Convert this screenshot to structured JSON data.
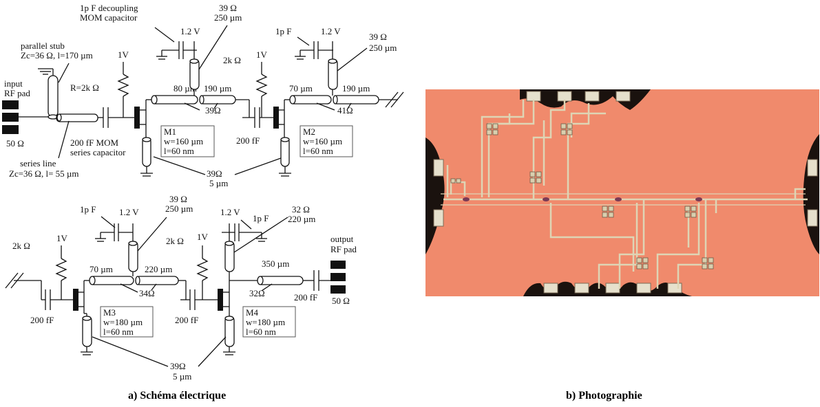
{
  "schematic": {
    "input": {
      "pad_label": "input\nRF pad",
      "impedance": "50 Ω"
    },
    "stub": {
      "title": "parallel stub",
      "spec": "Zc=36 Ω, l=170 µm"
    },
    "series_line": {
      "title": "series line",
      "spec": "Zc=36 Ω, l= 55 µm"
    },
    "series_cap": {
      "value": "200 fF MOM",
      "desc": "series capacitor"
    },
    "decoupling": {
      "title": "1p F decoupling",
      "desc": "MOM capacitor"
    },
    "stage1": {
      "bias_r": "R=2k Ω",
      "gate_v": "1V",
      "drain_v": "1.2 V",
      "drain_line": [
        "39 Ω",
        "250 µm"
      ],
      "tl_a": "80 µm",
      "tl_b": "190 µm",
      "tl_z": "39Ω",
      "transistor": [
        "M1",
        "w=160 µm",
        "l=60 nm"
      ]
    },
    "stage2": {
      "bias_r": "2k Ω",
      "gate_v": "1V",
      "cap_top": "1p F",
      "drain_v": "1.2 V",
      "drain_line": [
        "39 Ω",
        "250 µm"
      ],
      "tl_a": "70 µm",
      "tl_b": "190 µm",
      "tl_z": "41Ω",
      "cap": "200 fF",
      "transistor": [
        "M2",
        "w=160 µm",
        "l=60 nm"
      ]
    },
    "source_line_top": [
      "39Ω",
      "5 µm"
    ],
    "stage3": {
      "bias_r": "2k Ω",
      "gate_v": "1V",
      "cap_top": "1p F",
      "drain_v": "1.2 V",
      "drain_line": [
        "39 Ω",
        "250 µm"
      ],
      "tl_a": "70 µm",
      "tl_b": "220 µm",
      "tl_z": "34Ω",
      "cap": "200 fF",
      "transistor": [
        "M3",
        "w=180 µm",
        "l=60 nm"
      ]
    },
    "stage4": {
      "bias_r": "2k Ω",
      "gate_v": "1V",
      "cap_top": "1p F",
      "drain_v": "1.2 V",
      "drain_line": [
        "32 Ω",
        "220 µm"
      ],
      "tl_a": "350 µm",
      "tl_z": "32Ω",
      "cap": "200 fF",
      "transistor": [
        "M4",
        "w=180 µm",
        "l=60 nm"
      ]
    },
    "output": {
      "pad_label": "output\nRF pad",
      "cap": "200 fF",
      "impedance": "50 Ω"
    },
    "source_line_bottom": [
      "39Ω",
      "5 µm"
    ]
  },
  "captions": {
    "left": "a) Schéma électrique",
    "right": "b) Photographie"
  },
  "colors": {
    "chip_bg": "#f0886a",
    "metal": "#d9d0b0",
    "pad_dark": "#1a120e"
  }
}
